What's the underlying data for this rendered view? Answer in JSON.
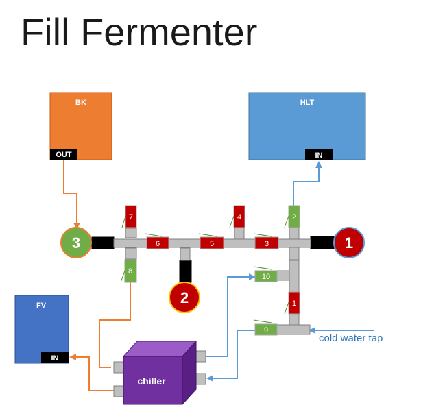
{
  "title": "Fill Fermenter",
  "tanks": {
    "bk": {
      "label": "BK",
      "port_label": "OUT",
      "color": "#ED7D31"
    },
    "hlt": {
      "label": "HLT",
      "port_label": "IN",
      "color": "#5B9BD5"
    },
    "fv": {
      "label": "FV",
      "port_label": "IN",
      "color": "#4472C4"
    }
  },
  "pumps": {
    "p1": {
      "label": "1",
      "color": "#C00000"
    },
    "p2": {
      "label": "2",
      "color": "#C00000"
    },
    "p3": {
      "label": "3",
      "color": "#70AD47"
    }
  },
  "valves": {
    "v1": {
      "label": "1",
      "state": "closed"
    },
    "v2": {
      "label": "2",
      "state": "open"
    },
    "v3": {
      "label": "3",
      "state": "closed"
    },
    "v4": {
      "label": "4",
      "state": "closed"
    },
    "v5": {
      "label": "5",
      "state": "closed"
    },
    "v6": {
      "label": "6",
      "state": "closed"
    },
    "v7": {
      "label": "7",
      "state": "closed"
    },
    "v8": {
      "label": "8",
      "state": "open"
    },
    "v9": {
      "label": "9",
      "state": "open"
    },
    "v10": {
      "label": "10",
      "state": "open"
    }
  },
  "chiller": {
    "label": "chiller",
    "color": "#7030A0"
  },
  "cold_water_tap": {
    "label": "cold water tap"
  },
  "colors": {
    "valve_open": "#70AD47",
    "valve_closed": "#C00000",
    "wort_line": "#ED7D31",
    "water_line": "#5B9BD5",
    "pipe": "#BFBFBF"
  }
}
